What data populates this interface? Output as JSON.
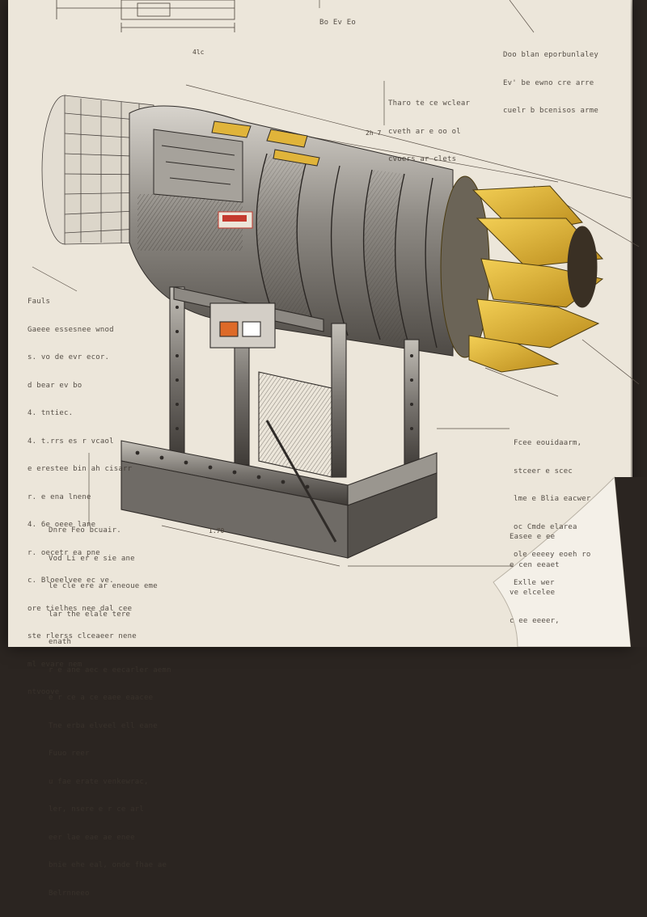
{
  "notes": {
    "top_center": [
      "Bo Ev Eo"
    ],
    "top_right": [
      "Doo blan eporbunlaley",
      "Ev' be ewno cre arre",
      "cuelr b bcenisos arme"
    ],
    "callout_upper": [
      "Tharo te ce wclear",
      "cveth ar e oo ol",
      "cvoers ar clets"
    ],
    "left_middle": [
      "Fauls",
      "Gaeee essesnee wnod",
      "s. vo de evr ecor.",
      "d bear ev bo",
      "4. tntiec.",
      "4. t.rrs es r vcaol",
      "e erestee bin ah cisarr",
      "r. e ena lnene",
      "4. 6e oeee lane",
      "r. oecetr ea pne",
      "c. Bloeelvee ec ve.",
      "ore tielhes nee dal cee",
      "ste rlerss clceaeer nene",
      "ml evare nem",
      "ntvoove"
    ],
    "right_middle": [
      "Fcee eouidaarm,",
      "stceer e scec",
      "lme e Blia eacwer",
      "oc Cmde elarea",
      "ole eeeey eoeh ro",
      "Exlle wer"
    ],
    "bottom_left": [
      "Dnre Feo bcuair.",
      "Vod Li er e sie ane",
      "le cle ere ar eneoue eme",
      "lar the elale tere",
      "enath",
      "r e ane aec e eecarler aemn",
      "e r ce a ce eaee eaacee",
      "Tne erba elveel ell eane",
      "Fuuo reer",
      "u fae erate venkewrac,",
      "ler, nsere e r ce arl",
      "eer lae eae ae enee",
      "bnie ehe eal, onde fhae ae",
      "Belrnneeo"
    ],
    "bottom_right": [
      "Easee e ee",
      "e cen eeaet",
      "ve elcelee",
      "c ee eeeer,"
    ]
  },
  "dimensions": {
    "top_small": "4lc",
    "upper_mid": "2h 7",
    "base_left": "1.70"
  },
  "colors": {
    "paper": "#ece6da",
    "ink": "#3b342d",
    "metal_dark": "#5d5955",
    "metal_light": "#b9b4ac",
    "accent_yellow": "#e0b43a",
    "accent_orange": "#dd6a28",
    "accent_red": "#c53a2e",
    "background": "#2b2521"
  }
}
